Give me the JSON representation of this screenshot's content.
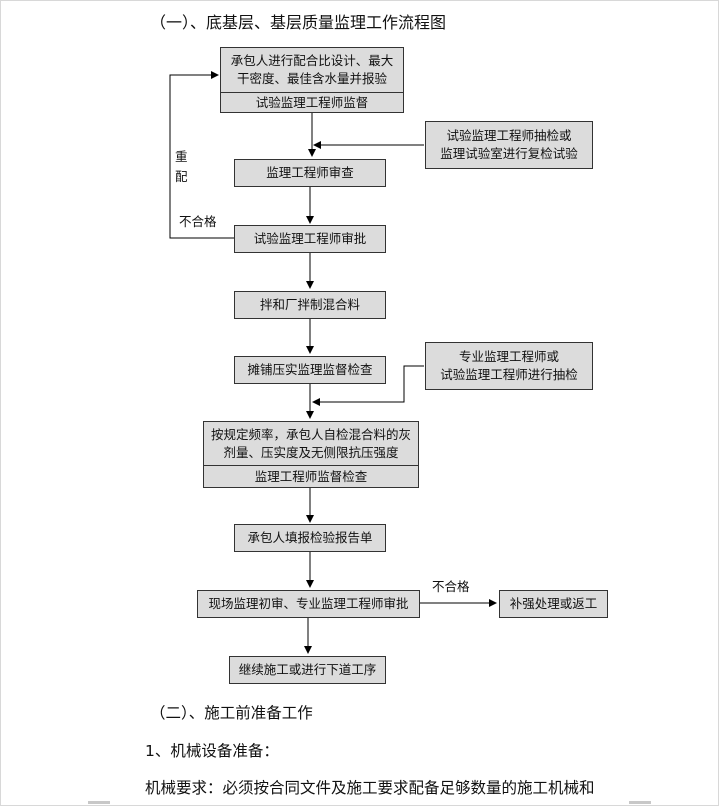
{
  "heading1": "（一）、底基层、基层质量监理工作流程图",
  "flow": {
    "box1": {
      "line1": "承包人进行配合比设计、最大",
      "line2": "干密度、最佳含水量并报验",
      "line3": "试验监理工程师监督"
    },
    "side1": {
      "line1": "试验监理工程师抽检或",
      "line2": "监理试验室进行复检试验"
    },
    "box2": "监理工程师审查",
    "box3": "试验监理工程师审批",
    "box4": "拌和厂拌制混合料",
    "box5": "摊铺压实监理监督检查",
    "side2": {
      "line1": "专业监理工程师或",
      "line2": "试验监理工程师进行抽检"
    },
    "box6": {
      "line1": "按规定频率，承包人自检混合料的灰",
      "line2": "剂量、压实度及无侧限抗压强度",
      "line3": "监理工程师监督检查"
    },
    "box7": "承包人填报检验报告单",
    "box8": "现场监理初审、专业监理工程师审批",
    "box9": "补强处理或返工",
    "box10": "继续施工或进行下道工序",
    "loop_label_1": "重",
    "loop_label_2": "配",
    "fail_label_1": "不合格",
    "fail_label_2": "不合格"
  },
  "heading2": "（二）、施工前准备工作",
  "subheading": "1、机械设备准备：",
  "paragraph": "机械要求：必须按合同文件及施工要求配备足够数量的施工机械和"
}
